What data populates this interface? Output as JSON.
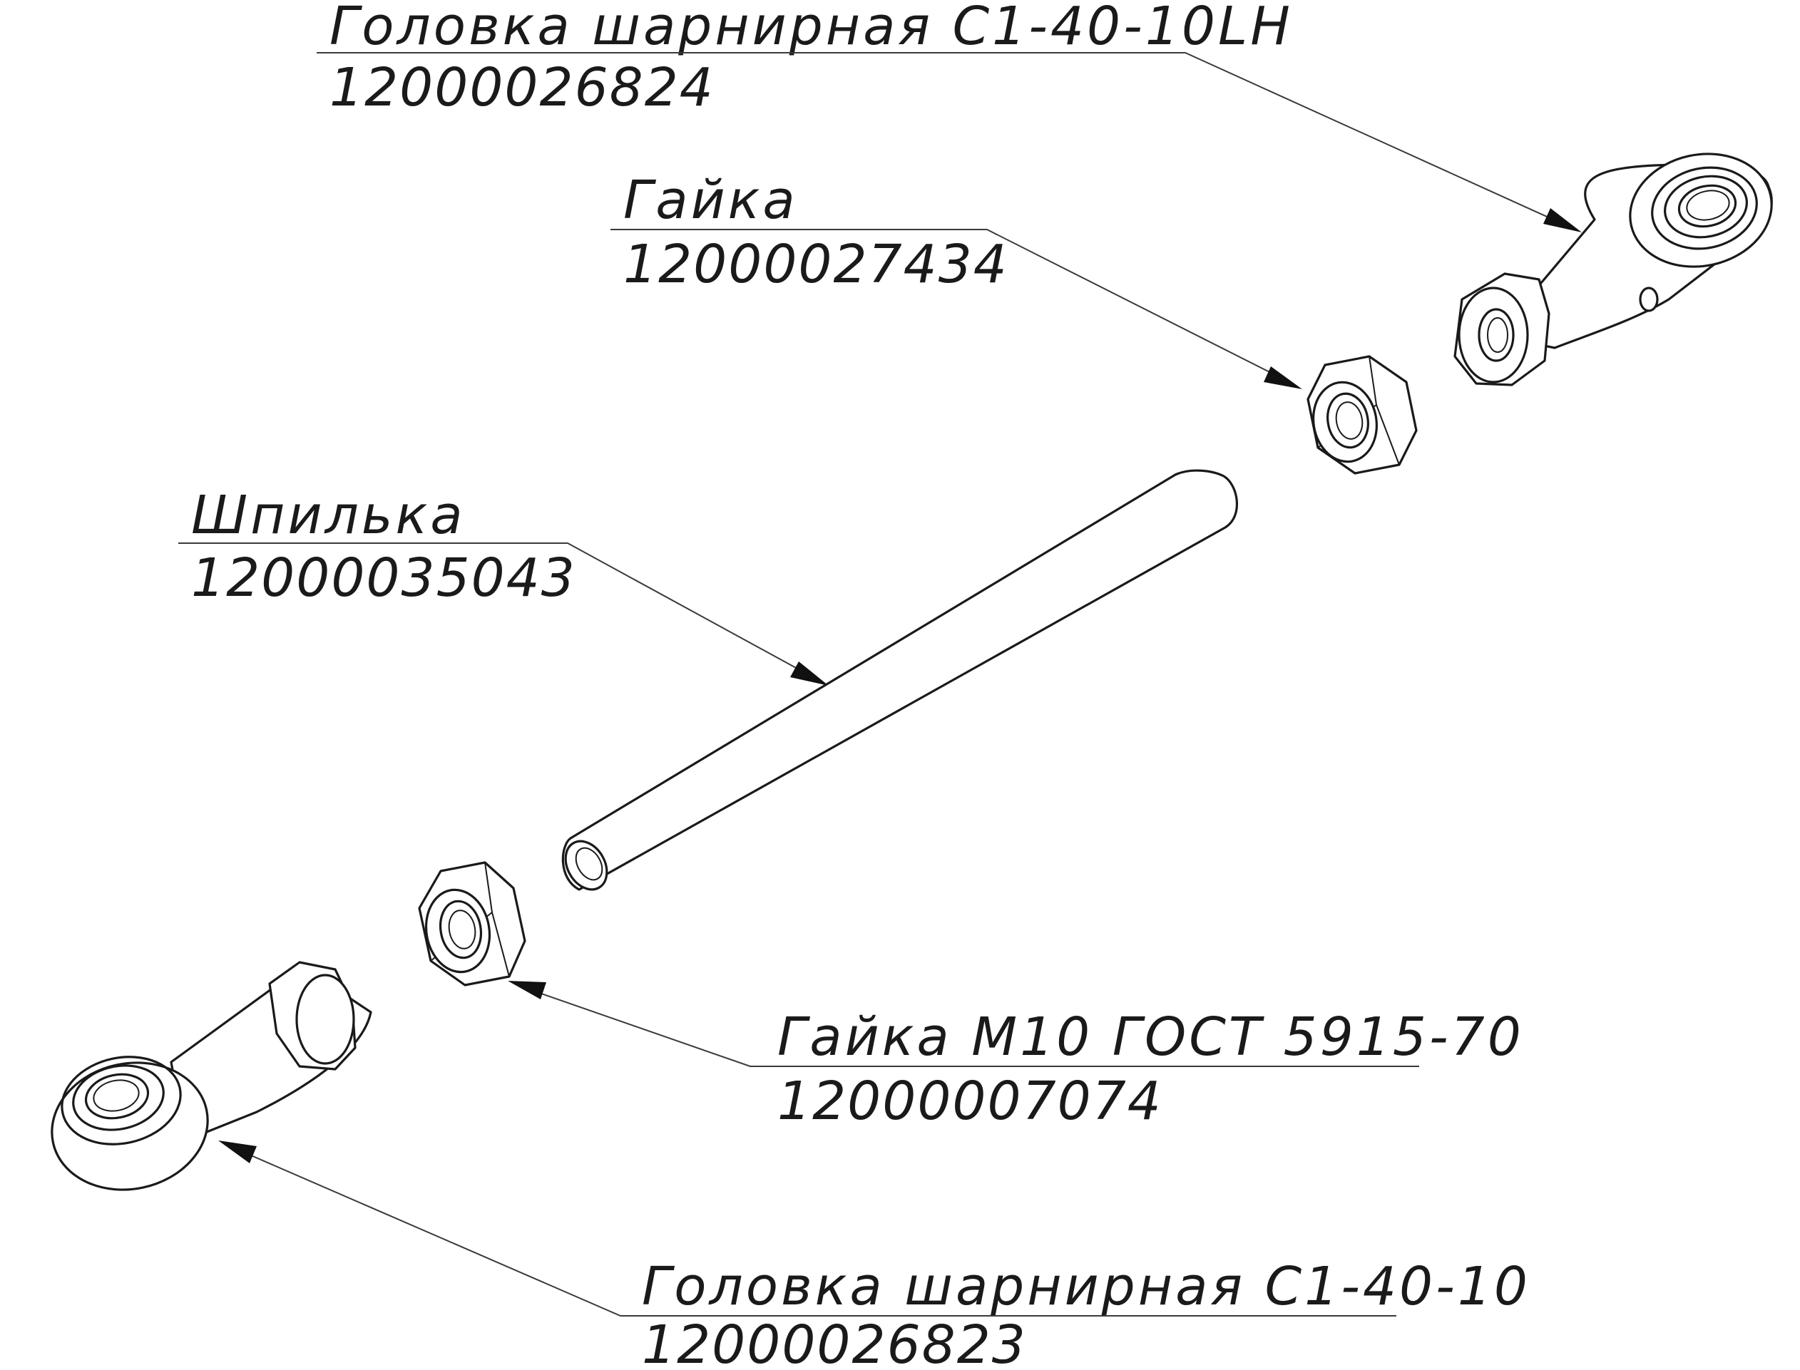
{
  "callouts": [
    {
      "id": "rod-end-lh",
      "title": "Головка шарнирная С1-40-10LH",
      "code": "12000026824"
    },
    {
      "id": "nut-lh",
      "title": "Гайка",
      "code": "12000027434"
    },
    {
      "id": "stud",
      "title": "Шпилька",
      "code": "12000035043"
    },
    {
      "id": "nut-m10",
      "title": "Гайка М10 ГОСТ 5915-70",
      "code": "12000007074"
    },
    {
      "id": "rod-end",
      "title": "Головка шарнирная С1-40-10",
      "code": "12000026823"
    }
  ]
}
